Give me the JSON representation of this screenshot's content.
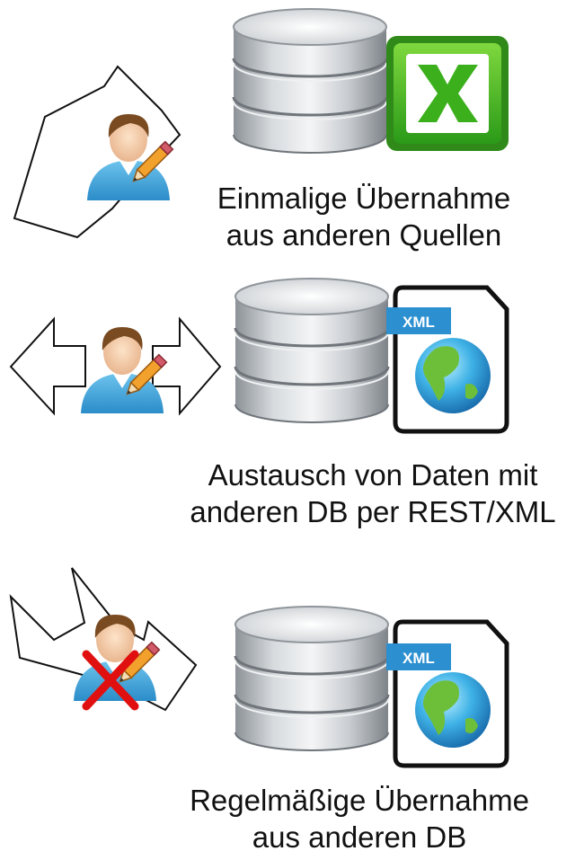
{
  "sections": [
    {
      "caption_lines": [
        "Einmalige Übernahme",
        "aus anderen Quellen"
      ],
      "arrow": "left",
      "user_editable": true,
      "file_icon": "excel-icon"
    },
    {
      "caption_lines": [
        "Austausch von Daten mit",
        "anderen DB per REST/XML"
      ],
      "arrow": "left-right",
      "user_editable": true,
      "file_icon": "xml-document-icon",
      "file_badge": "XML"
    },
    {
      "caption_lines": [
        "Regelmäßige Übernahme",
        "aus anderen DB"
      ],
      "arrow": "left",
      "user_editable": false,
      "file_icon": "xml-document-icon",
      "file_badge": "XML"
    }
  ],
  "colors": {
    "excel_green": "#3cb01c",
    "xml_badge_blue": "#2c8fd0",
    "user_shirt": "#3ea2d8",
    "no_edit_mark": "#e01010",
    "database_grey": "#b9bec3"
  }
}
